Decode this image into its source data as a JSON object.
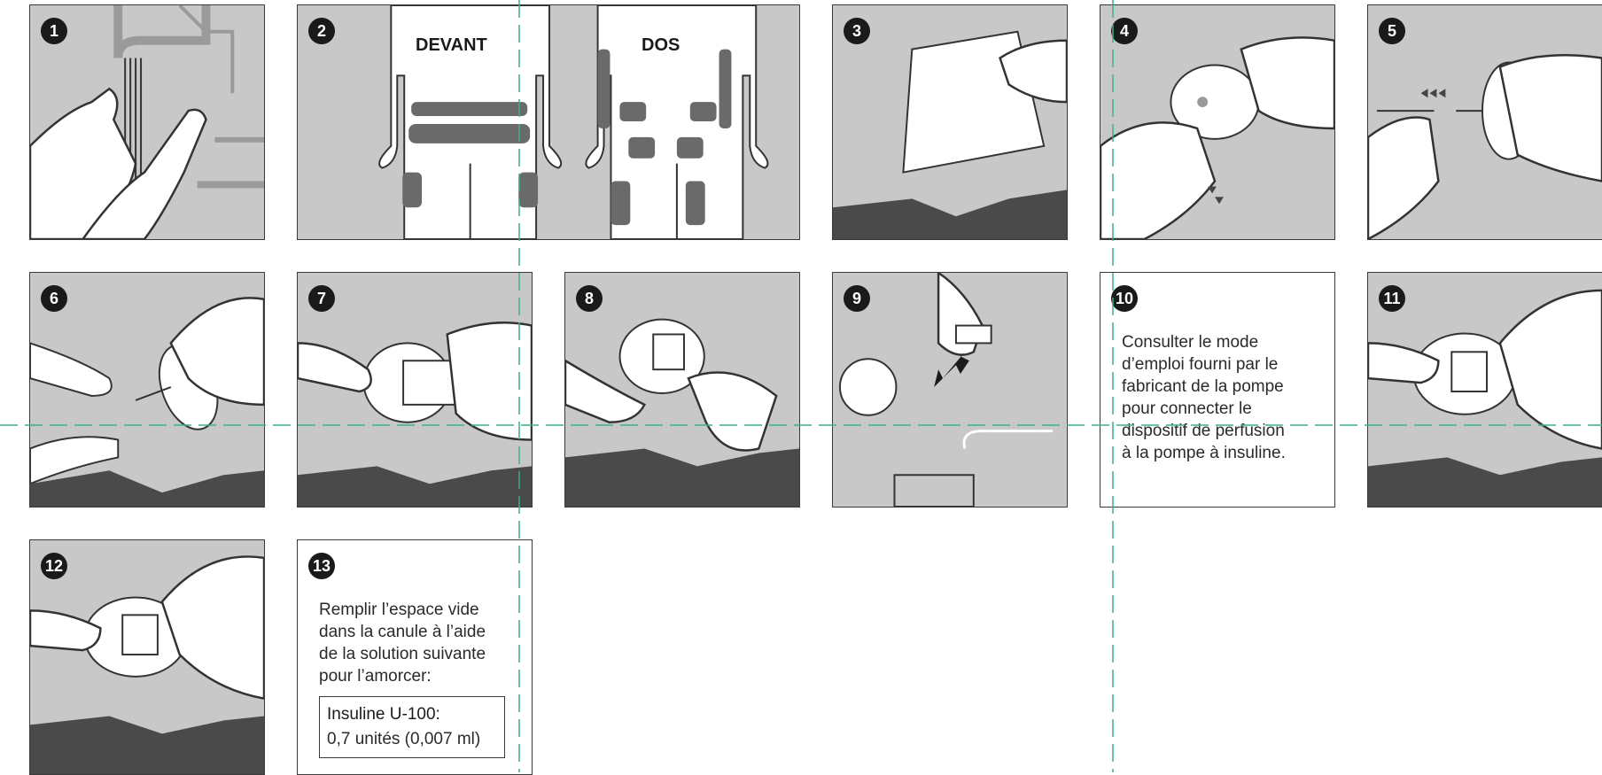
{
  "steps": [
    {
      "num": "1"
    },
    {
      "num": "2",
      "front_label": "DEVANT",
      "back_label": "DOS"
    },
    {
      "num": "3"
    },
    {
      "num": "4"
    },
    {
      "num": "5"
    },
    {
      "num": "6"
    },
    {
      "num": "7"
    },
    {
      "num": "8"
    },
    {
      "num": "9"
    },
    {
      "num": "10",
      "text": "Consulter le mode\nd’emploi fourni par le\nfabricant de la pompe\npour connecter le\ndispositif de perfusion\nà la pompe à insuline."
    },
    {
      "num": "11"
    },
    {
      "num": "12"
    },
    {
      "num": "13",
      "text": "Remplir l’espace vide\ndans la canule à l’aide\nde la solution suivante\npour l’amorcer:",
      "box_title": "Insuline U-100:",
      "box_value": "0,7 unités (0,007 ml)"
    }
  ],
  "colors": {
    "panel_bg": "#c8c8c9",
    "dark": "#4a4a4b",
    "guide": "#3cb08c"
  }
}
